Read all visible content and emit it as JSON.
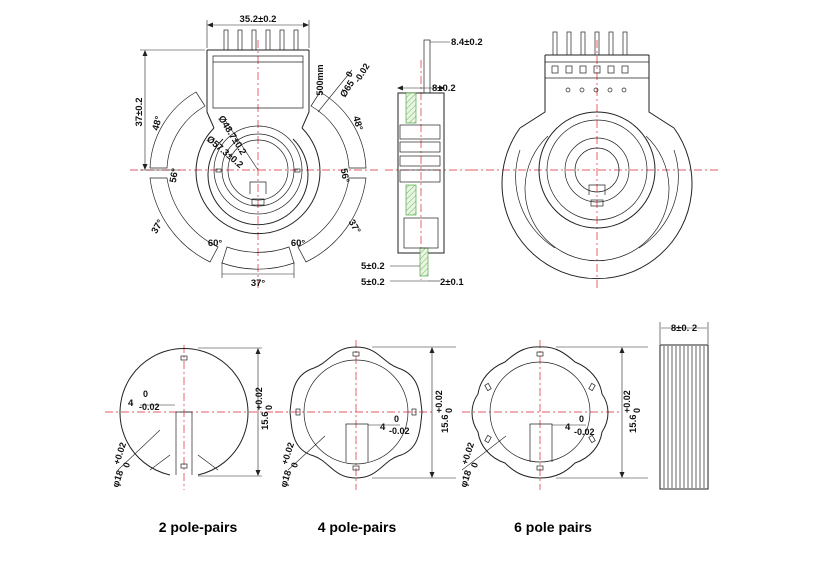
{
  "front_view": {
    "width": "35.2±0.2",
    "height": "37±0.2",
    "cable": "500mm",
    "outer_dia_base": "Ø65",
    "outer_dia_tol_upper": "0",
    "outer_dia_tol_lower": "-0.02",
    "dia_48": "Ø48.7±0.2",
    "dia_57": "Ø57.3±0.2",
    "angle_48_left": "48°",
    "angle_48_right": "48°",
    "angle_56_left": "56°",
    "angle_56_right": "56°",
    "angle_37_left": "37°",
    "angle_37_right": "37°",
    "angle_37_bottom": "37°",
    "angle_60_left": "60°",
    "angle_60_right": "60°"
  },
  "side_view": {
    "pin_length": "8.4±0.2",
    "thickness": "8±0.2",
    "offset_a": "5±0.2",
    "offset_b": "5±0.2",
    "tab": "2±0.1"
  },
  "magnets": [
    {
      "caption": "2 pole-pairs",
      "slot_base": "4",
      "slot_tol_upper": "0",
      "slot_tol_lower": "-0.02",
      "height_base": "15.6",
      "height_tol_upper": "+0.02",
      "height_tol_lower": "0",
      "dia_base": "φ18",
      "dia_tol_upper": "+0.02",
      "dia_tol_lower": "0"
    },
    {
      "caption": "4 pole-pairs",
      "slot_base": "4",
      "slot_tol_upper": "0",
      "slot_tol_lower": "-0.02",
      "height_base": "15.6",
      "height_tol_upper": "+0.02",
      "height_tol_lower": "0",
      "dia_base": "φ18",
      "dia_tol_upper": "+0.02",
      "dia_tol_lower": "0"
    },
    {
      "caption": "6 pole pairs",
      "slot_base": "4",
      "slot_tol_upper": "0",
      "slot_tol_lower": "-0.02",
      "height_base": "15.6",
      "height_tol_upper": "+0.02",
      "height_tol_lower": "0",
      "dia_base": "φ18",
      "dia_tol_upper": "+0.02",
      "dia_tol_lower": "0"
    }
  ],
  "magnet_side": {
    "thickness": "8±0. 2"
  }
}
